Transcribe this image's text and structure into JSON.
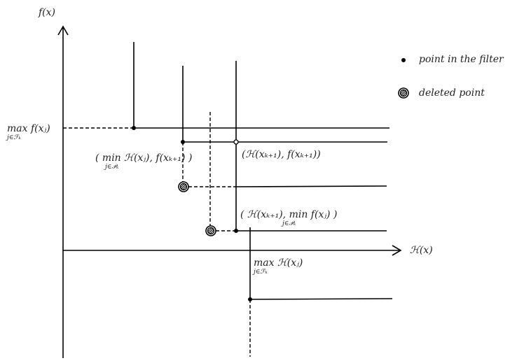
{
  "axes": {
    "y_label": "f(x)",
    "x_label": "ℋ(x)"
  },
  "legend": {
    "filter_point": "point in the filter",
    "deleted_point": "deleted point"
  },
  "labels": {
    "max_f": "max f(xⱼ)",
    "max_f_sub": "j∈ℱₖ",
    "min_h_point": "( min ℋ(xⱼ), f(xₖ₊₁) )",
    "min_h_sub": "j∈𝒫ₖ",
    "new_point": "(ℋ(xₖ₊₁), f(xₖ₊₁))",
    "min_f_point": "( ℋ(xₖ₊₁), min f(xⱼ) )",
    "min_f_sub": "j∈𝒫ₖ",
    "max_h": "max ℋ(xⱼ)",
    "max_h_sub": "j∈ℱₖ"
  }
}
